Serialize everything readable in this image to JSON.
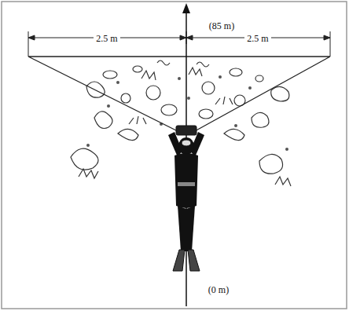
{
  "diagram": {
    "labels": [
      "(85 m)",
      "2.5 m",
      "2.5 m",
      "(0 m)"
    ]
  }
}
